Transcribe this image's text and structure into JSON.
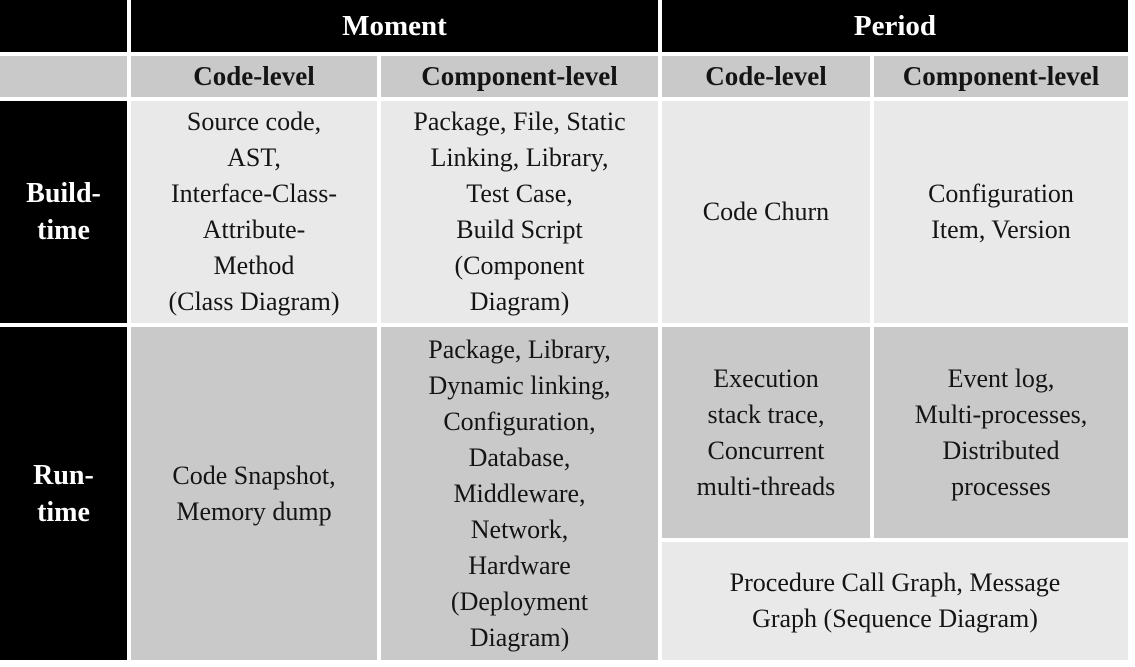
{
  "table": {
    "headers": {
      "moment": "Moment",
      "period": "Period"
    },
    "subheaders": [
      "Code-level",
      "Component-level",
      "Code-level",
      "Component-level"
    ],
    "build": {
      "label": "Build-\ntime",
      "moment_code": "Source code,\nAST,\nInterface-Class-\nAttribute-\nMethod\n(Class Diagram)",
      "moment_component": "Package, File, Static\nLinking, Library,\nTest Case,\nBuild Script\n(Component\nDiagram)",
      "period_code": "Code Churn",
      "period_component": "Configuration\nItem, Version"
    },
    "run": {
      "label": "Run-\ntime",
      "moment_code": "Code Snapshot,\nMemory dump",
      "moment_component": "Package, Library,\nDynamic linking,\nConfiguration,\nDatabase,\nMiddleware,\nNetwork,\nHardware\n(Deployment\nDiagram)",
      "period_code": "Execution\nstack trace,\nConcurrent\nmulti-threads",
      "period_component": "Event log,\nMulti-processes,\nDistributed\nprocesses",
      "period_span": "Procedure Call Graph, Message\nGraph (Sequence Diagram)"
    },
    "colors": {
      "header_bg": "#000000",
      "header_text": "#ffffff",
      "subheader_bg": "#c9c9c9",
      "buildtime_cell_bg": "#e9e9e9",
      "runtime_cell_bg": "#c9c9c9",
      "border": "#ffffff"
    }
  }
}
